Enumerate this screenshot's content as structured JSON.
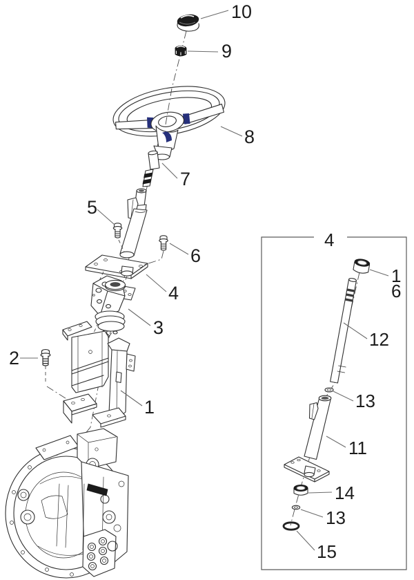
{
  "figure": {
    "type": "exploded-parts-diagram",
    "colors": {
      "background": "#ffffff",
      "line": "#2e2e2e",
      "accent_blue": "#26307b",
      "dark_fill": "#1b1b1b"
    },
    "callouts_main": {
      "n10": "10",
      "n9": "9",
      "n8": "8",
      "n7": "7",
      "n5": "5",
      "n6": "6",
      "n4": "4",
      "n3": "3",
      "n2": "2",
      "n1": "1"
    },
    "inset": {
      "title": "4",
      "callouts": {
        "n1": "1",
        "n6": "6",
        "n12": "12",
        "n13_upper": "13",
        "n11": "11",
        "n14": "14",
        "n13_lower": "13",
        "n15": "15"
      }
    }
  }
}
